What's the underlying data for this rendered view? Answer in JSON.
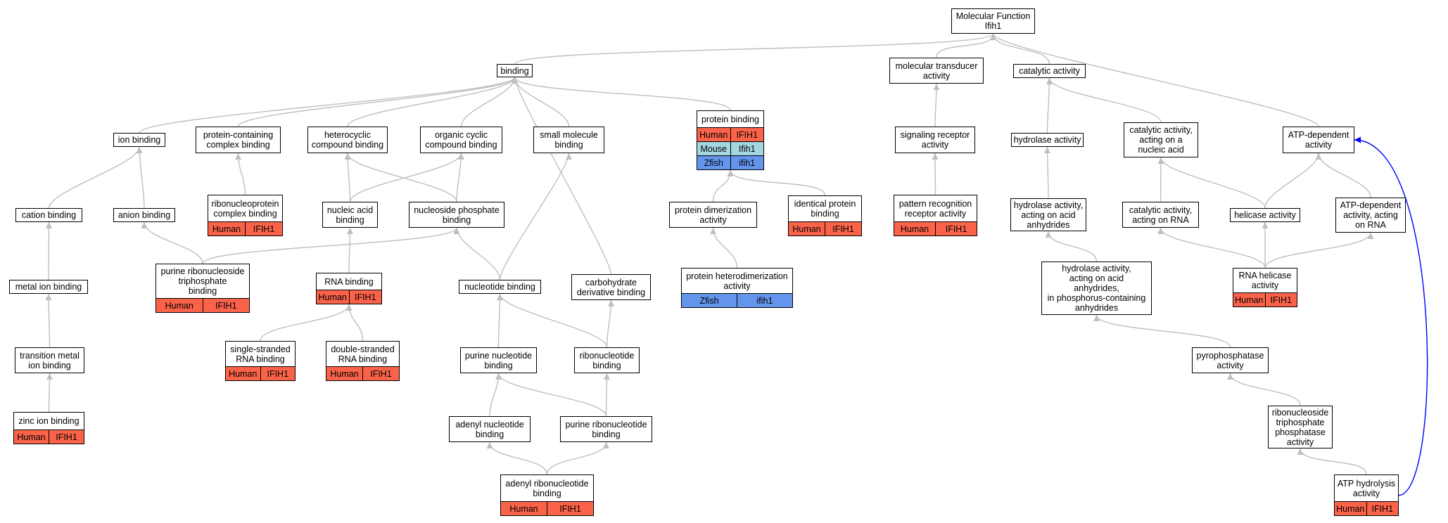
{
  "colors": {
    "edge": "#bfbfbf",
    "highlight_edge": "#0000ff",
    "Human": "#fa634a",
    "Mouse": "#a4d6e2",
    "Zfish": "#6495ed"
  },
  "nodes": {
    "mf": {
      "label": "Molecular Function\nIfih1"
    },
    "binding": {
      "label": "binding"
    },
    "mol_transducer": {
      "label": "molecular transducer\nactivity"
    },
    "catalytic": {
      "label": "catalytic activity"
    },
    "ion_binding": {
      "label": "ion binding"
    },
    "protein_containing": {
      "label": "protein-containing\ncomplex binding"
    },
    "heterocyclic": {
      "label": "heterocyclic\ncompound binding"
    },
    "organic_cyclic": {
      "label": "organic cyclic\ncompound binding"
    },
    "small_molecule": {
      "label": "small molecule\nbinding"
    },
    "protein_binding": {
      "label": "protein binding",
      "rows": [
        {
          "species": "Human",
          "gene": "IFIH1"
        },
        {
          "species": "Mouse",
          "gene": "Ifih1"
        },
        {
          "species": "Zfish",
          "gene": "ifih1"
        }
      ]
    },
    "signaling_receptor": {
      "label": "signaling receptor\nactivity"
    },
    "hydrolase": {
      "label": "hydrolase activity"
    },
    "cat_nucleic": {
      "label": "catalytic activity,\nacting on a\nnucleic acid"
    },
    "atp_dependent": {
      "label": "ATP-dependent\nactivity"
    },
    "cation_binding": {
      "label": "cation binding"
    },
    "anion_binding": {
      "label": "anion binding"
    },
    "ribonucleoprotein": {
      "label": "ribonucleoprotein\ncomplex binding",
      "rows": [
        {
          "species": "Human",
          "gene": "IFIH1"
        }
      ]
    },
    "nucleic_acid": {
      "label": "nucleic acid\nbinding"
    },
    "nucleoside_phosphate": {
      "label": "nucleoside phosphate\nbinding"
    },
    "protein_dimerization": {
      "label": "protein dimerization\nactivity"
    },
    "identical_protein": {
      "label": "identical protein\nbinding",
      "rows": [
        {
          "species": "Human",
          "gene": "IFIH1"
        }
      ]
    },
    "pattern_recognition": {
      "label": "pattern recognition\nreceptor activity",
      "rows": [
        {
          "species": "Human",
          "gene": "IFIH1"
        }
      ]
    },
    "hydrolase_anhydrides": {
      "label": "hydrolase activity,\nacting on acid\nanhydrides"
    },
    "cat_rna": {
      "label": "catalytic activity,\nacting on RNA"
    },
    "helicase": {
      "label": "helicase activity"
    },
    "atp_dep_rna": {
      "label": "ATP-dependent\nactivity, acting\non RNA"
    },
    "metal_ion": {
      "label": "metal ion binding"
    },
    "purine_ribonucleoside_tp": {
      "label": "purine ribonucleoside\ntriphosphate\nbinding",
      "rows": [
        {
          "species": "Human",
          "gene": "IFIH1"
        }
      ]
    },
    "rna_binding": {
      "label": "RNA binding",
      "rows": [
        {
          "species": "Human",
          "gene": "IFIH1"
        }
      ]
    },
    "nucleotide_binding": {
      "label": "nucleotide binding"
    },
    "carbohydrate": {
      "label": "carbohydrate\nderivative binding"
    },
    "protein_heterodimerization": {
      "label": "protein heterodimerization\nactivity",
      "rows": [
        {
          "species": "Zfish",
          "gene": "ifih1"
        }
      ]
    },
    "hydrolase_phospho": {
      "label": "hydrolase activity,\nacting on acid\nanhydrides,\nin phosphorus-containing\nanhydrides"
    },
    "rna_helicase": {
      "label": "RNA helicase\nactivity",
      "rows": [
        {
          "species": "Human",
          "gene": "IFIH1"
        }
      ]
    },
    "transition_metal": {
      "label": "transition metal\nion binding"
    },
    "ss_rna": {
      "label": "single-stranded\nRNA binding",
      "rows": [
        {
          "species": "Human",
          "gene": "IFIH1"
        }
      ]
    },
    "ds_rna": {
      "label": "double-stranded\nRNA binding",
      "rows": [
        {
          "species": "Human",
          "gene": "IFIH1"
        }
      ]
    },
    "purine_nucleotide": {
      "label": "purine nucleotide\nbinding"
    },
    "ribonucleotide": {
      "label": "ribonucleotide\nbinding"
    },
    "pyrophosphatase": {
      "label": "pyrophosphatase\nactivity"
    },
    "zinc_ion": {
      "label": "zinc ion binding",
      "rows": [
        {
          "species": "Human",
          "gene": "IFIH1"
        }
      ]
    },
    "adenyl_nucleotide": {
      "label": "adenyl nucleotide\nbinding"
    },
    "purine_ribonucleotide": {
      "label": "purine ribonucleotide\nbinding"
    },
    "rntp_phosphatase": {
      "label": "ribonucleoside\ntriphosphate\nphosphatase\nactivity"
    },
    "adenyl_ribonucleotide": {
      "label": "adenyl ribonucleotide\nbinding",
      "rows": [
        {
          "species": "Human",
          "gene": "IFIH1"
        }
      ]
    },
    "atp_hydrolysis": {
      "label": "ATP hydrolysis\nactivity",
      "rows": [
        {
          "species": "Human",
          "gene": "IFIH1"
        }
      ]
    }
  },
  "edges": [
    [
      "binding",
      "mf"
    ],
    [
      "mol_transducer",
      "mf"
    ],
    [
      "catalytic",
      "mf"
    ],
    [
      "atp_dependent",
      "mf"
    ],
    [
      "ion_binding",
      "binding"
    ],
    [
      "protein_containing",
      "binding"
    ],
    [
      "heterocyclic",
      "binding"
    ],
    [
      "organic_cyclic",
      "binding"
    ],
    [
      "small_molecule",
      "binding"
    ],
    [
      "protein_binding",
      "binding"
    ],
    [
      "carbohydrate",
      "binding"
    ],
    [
      "signaling_receptor",
      "mol_transducer"
    ],
    [
      "pattern_recognition",
      "signaling_receptor"
    ],
    [
      "hydrolase",
      "catalytic"
    ],
    [
      "cat_nucleic",
      "catalytic"
    ],
    [
      "cation_binding",
      "ion_binding"
    ],
    [
      "anion_binding",
      "ion_binding"
    ],
    [
      "ribonucleoprotein",
      "protein_containing"
    ],
    [
      "nucleic_acid",
      "heterocyclic"
    ],
    [
      "nucleic_acid",
      "organic_cyclic"
    ],
    [
      "nucleoside_phosphate",
      "heterocyclic"
    ],
    [
      "nucleoside_phosphate",
      "organic_cyclic"
    ],
    [
      "protein_dimerization",
      "protein_binding"
    ],
    [
      "identical_protein",
      "protein_binding"
    ],
    [
      "hydrolase_anhydrides",
      "hydrolase"
    ],
    [
      "cat_rna",
      "cat_nucleic"
    ],
    [
      "helicase",
      "cat_nucleic"
    ],
    [
      "helicase",
      "atp_dependent"
    ],
    [
      "atp_dep_rna",
      "atp_dependent"
    ],
    [
      "metal_ion",
      "cation_binding"
    ],
    [
      "purine_ribonucleoside_tp",
      "anion_binding"
    ],
    [
      "purine_ribonucleoside_tp",
      "nucleoside_phosphate"
    ],
    [
      "rna_binding",
      "nucleic_acid"
    ],
    [
      "nucleotide_binding",
      "nucleoside_phosphate"
    ],
    [
      "nucleotide_binding",
      "small_molecule"
    ],
    [
      "protein_heterodimerization",
      "protein_dimerization"
    ],
    [
      "hydrolase_phospho",
      "hydrolase_anhydrides"
    ],
    [
      "rna_helicase",
      "cat_rna"
    ],
    [
      "rna_helicase",
      "helicase"
    ],
    [
      "rna_helicase",
      "atp_dep_rna"
    ],
    [
      "transition_metal",
      "metal_ion"
    ],
    [
      "ss_rna",
      "rna_binding"
    ],
    [
      "ds_rna",
      "rna_binding"
    ],
    [
      "purine_nucleotide",
      "nucleotide_binding"
    ],
    [
      "ribonucleotide",
      "nucleotide_binding"
    ],
    [
      "ribonucleotide",
      "carbohydrate"
    ],
    [
      "pyrophosphatase",
      "hydrolase_phospho"
    ],
    [
      "zinc_ion",
      "transition_metal"
    ],
    [
      "adenyl_nucleotide",
      "purine_nucleotide"
    ],
    [
      "purine_ribonucleotide",
      "purine_nucleotide"
    ],
    [
      "purine_ribonucleotide",
      "ribonucleotide"
    ],
    [
      "rntp_phosphatase",
      "pyrophosphatase"
    ],
    [
      "adenyl_ribonucleotide",
      "adenyl_nucleotide"
    ],
    [
      "adenyl_ribonucleotide",
      "purine_ribonucleotide"
    ],
    [
      "atp_hydrolysis",
      "rntp_phosphatase"
    ],
    [
      "atp_hydrolysis",
      "atp_dependent",
      "highlight"
    ]
  ]
}
